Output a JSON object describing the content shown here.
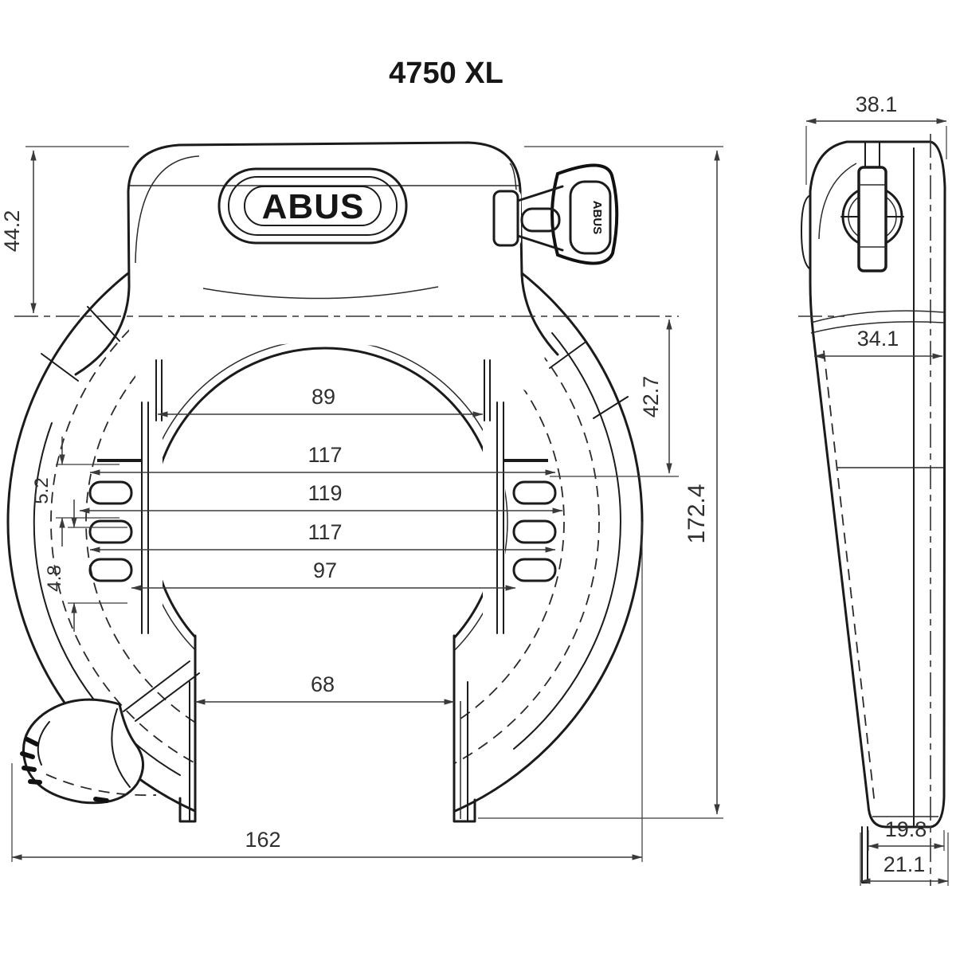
{
  "title": "4750 XL",
  "front_view": {
    "logo_text": "ABUS",
    "key_text": "ABUS",
    "dims": {
      "top_height": "44.2",
      "inner_width_top": "89",
      "mount_width_1": "117",
      "mount_width_2": "119",
      "mount_width_3": "117",
      "mount_width_4": "97",
      "slot_pitch_1": "5.2",
      "slot_pitch_2": "4.8",
      "opening_width": "68",
      "overall_width": "162",
      "center_offset": "42.7",
      "overall_height": "172.4"
    }
  },
  "side_view": {
    "dims": {
      "overall_depth": "38.1",
      "body_depth": "34.1",
      "foot_width": "19.8",
      "foot_depth": "21.1"
    }
  }
}
